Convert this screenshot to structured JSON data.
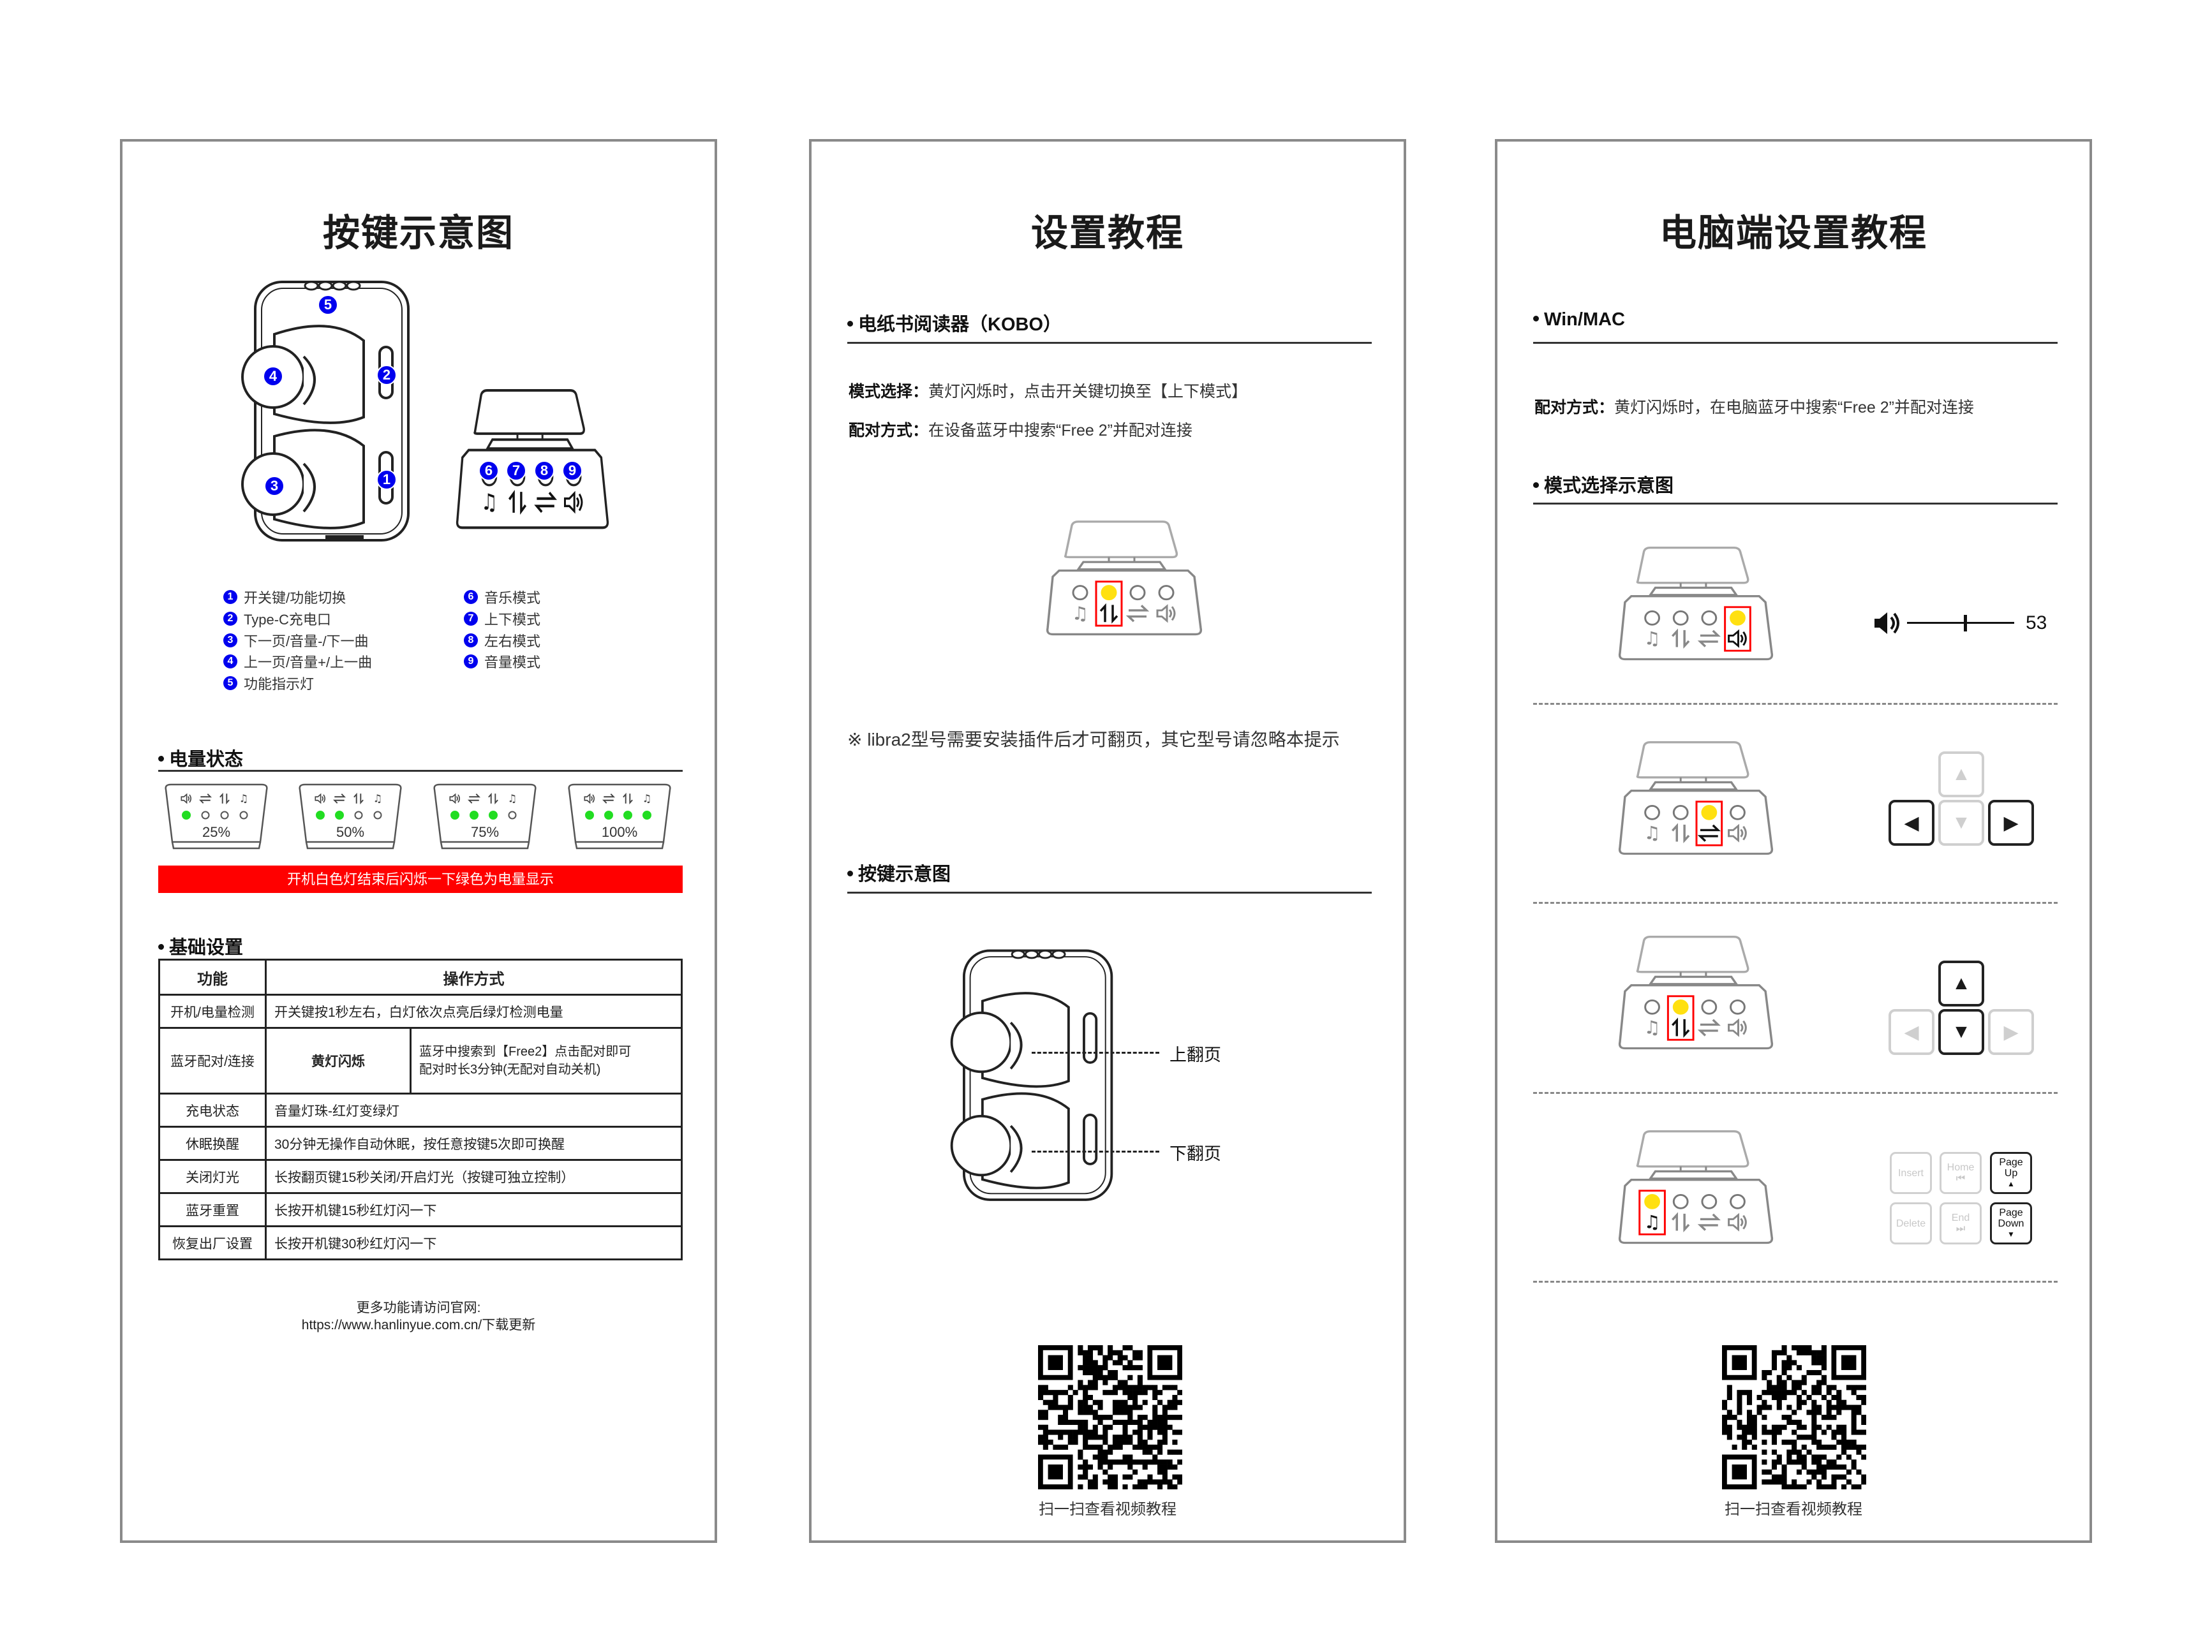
{
  "panel1": {
    "title": "按键示意图",
    "device_badges": [
      "1",
      "2",
      "3",
      "4",
      "5"
    ],
    "pedal_badges": [
      "6",
      "7",
      "8",
      "9"
    ],
    "legend_left": [
      {
        "num": "1",
        "label": "开关键/功能切换"
      },
      {
        "num": "2",
        "label": "Type-C充电口"
      },
      {
        "num": "3",
        "label": "下一页/音量-/下一曲"
      },
      {
        "num": "4",
        "label": "上一页/音量+/上一曲"
      },
      {
        "num": "5",
        "label": "功能指示灯"
      }
    ],
    "legend_right": [
      {
        "num": "6",
        "label": "音乐模式"
      },
      {
        "num": "7",
        "label": "上下模式"
      },
      {
        "num": "8",
        "label": "左右模式"
      },
      {
        "num": "9",
        "label": "音量模式"
      }
    ],
    "battery_heading": "电量状态",
    "battery_levels": [
      {
        "label": "25%",
        "lit": 1
      },
      {
        "label": "50%",
        "lit": 2
      },
      {
        "label": "75%",
        "lit": 3
      },
      {
        "label": "100%",
        "lit": 4
      }
    ],
    "battery_note": "开机白色灯结束后闪烁一下绿色为电量显示",
    "settings_heading": "基础设置",
    "table": {
      "headers": [
        "功能",
        "操作方式"
      ],
      "rows": [
        {
          "func": "开机/电量检测",
          "op": "开关键按1秒左右，白灯依次点亮后绿灯检测电量"
        },
        {
          "func": "蓝牙配对/连接",
          "sub": "黄灯闪烁",
          "op_line1": "蓝牙中搜索到【Free2】点击配对即可",
          "op_line2": "配对时长3分钟(无配对自动关机)"
        },
        {
          "func": "充电状态",
          "op": "音量灯珠-红灯变绿灯"
        },
        {
          "func": "休眠换醒",
          "op": "30分钟无操作自动休眠，按任意按键5次即可换醒"
        },
        {
          "func": "关闭灯光",
          "op": "长按翻页键15秒关闭/开启灯光（按键可独立控制）"
        },
        {
          "func": "蓝牙重置",
          "op": "长按开机键15秒红灯闪一下"
        },
        {
          "func": "恢复出厂设置",
          "op": "长按开机键30秒红灯闪一下"
        }
      ]
    },
    "footer_line1": "更多功能请访问官网:",
    "footer_line2": "https://www.hanlinyue.com.cn/下载更新"
  },
  "panel2": {
    "title": "设置教程",
    "section1": "电纸书阅读器（KOBO）",
    "mode_label": "模式选择：",
    "mode_text": "黄灯闪烁时，点击开关键切换至【上下模式】",
    "pair_label": "配对方式：",
    "pair_text": "在设备蓝牙中搜索“Free 2”并配对连接",
    "pedal_highlight": 1,
    "note": "※ libra2型号需要安装插件后才可翻页，其它型号请忽略本提示",
    "section2": "按键示意图",
    "page_up": "上翻页",
    "page_down": "下翻页",
    "qr_caption": "扫一扫查看视频教程"
  },
  "panel3": {
    "title": "电脑端设置教程",
    "section1": "Win/MAC",
    "pair_label": "配对方式：",
    "pair_text": "黄灯闪烁时，在电脑蓝牙中搜索“Free 2”并配对连接",
    "section2": "模式选择示意图",
    "volume_value": "53",
    "volume_level": 0.53,
    "row_highlights": [
      3,
      2,
      1,
      0
    ],
    "keys": {
      "insert": "Insert",
      "home": "Home",
      "page_up_1": "Page",
      "page_up_2": "Up",
      "delete": "Delete",
      "end": "End",
      "page_down_1": "Page",
      "page_down_2": "Down"
    },
    "qr_caption": "扫一扫查看视频教程"
  },
  "colors": {
    "badge": "#0000ee",
    "led_green": "#22dd22",
    "led_yellow": "#ffe010",
    "highlight": "#ff0000",
    "red_bar": "#ff0000"
  },
  "icons": [
    "music-note-icon",
    "up-down-icon",
    "left-right-icon",
    "speaker-icon"
  ]
}
